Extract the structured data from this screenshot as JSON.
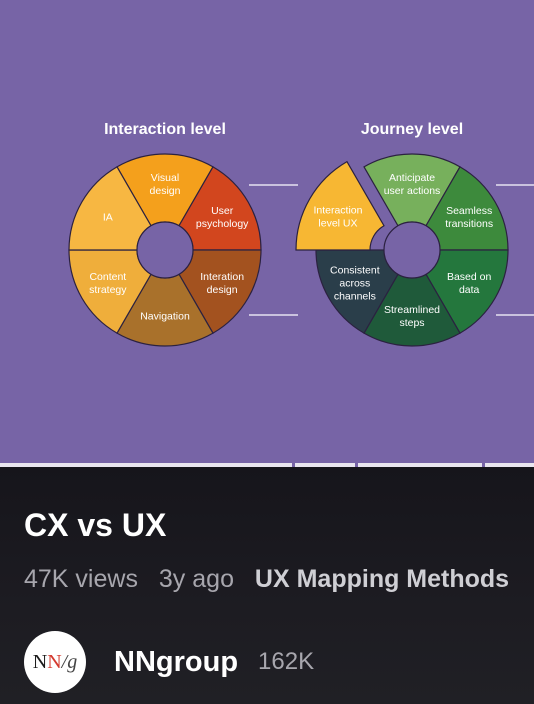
{
  "thumbnail": {
    "left_title": "Interaction level",
    "right_title": "Journey level",
    "left_wheel": [
      {
        "label": "Visual\ndesign",
        "color": "#f4a01c"
      },
      {
        "label": "User\npsychology",
        "color": "#d2461e"
      },
      {
        "label": "Interation\ndesign",
        "color": "#a3521f"
      },
      {
        "label": "Navigation",
        "color": "#a9712b"
      },
      {
        "label": "Content\nstrategy",
        "color": "#efae3b"
      },
      {
        "label": "IA",
        "color": "#f7b742"
      }
    ],
    "right_wheel": [
      {
        "label": "Anticipate\nuser actions",
        "color": "#77b05c"
      },
      {
        "label": "Seamless\ntransitions",
        "color": "#3d8a3c"
      },
      {
        "label": "Based on\ndata",
        "color": "#24773d"
      },
      {
        "label": "Streamlined\nsteps",
        "color": "#1f5a3a"
      },
      {
        "label": "Consistent\nacross\nchannels",
        "color": "#2a3e4a"
      }
    ],
    "exploded_slice": {
      "label": "Interaction\nlevel UX",
      "color": "#f7b733"
    }
  },
  "video": {
    "title": "CX vs UX",
    "views": "47K views",
    "age": "3y ago",
    "playlist": "UX Mapping Methods"
  },
  "channel": {
    "avatar_text_a": "N",
    "avatar_text_b": "N",
    "avatar_text_c": "/g",
    "name": "NNgroup",
    "subscribers": "162K"
  }
}
